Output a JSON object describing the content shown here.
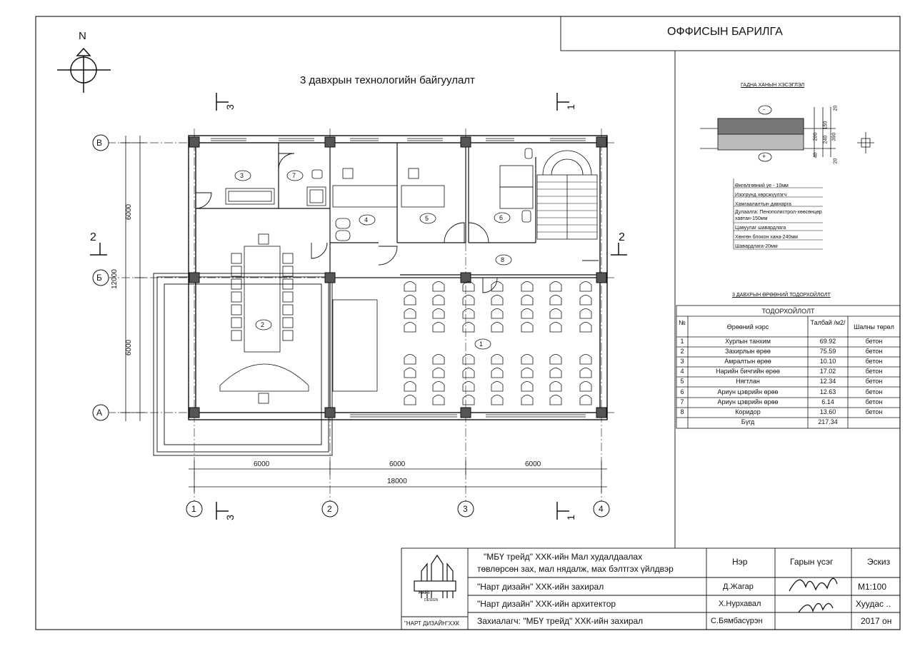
{
  "project_title": "ОФФИСЫН БАРИЛГА",
  "plan_title": "3 давхрын технологийн байгуулалт",
  "north_label": "N",
  "axes": {
    "letters": [
      "В",
      "Б",
      "А"
    ],
    "numbers": [
      "1",
      "2",
      "3",
      "4"
    ],
    "section_marks": [
      "3",
      "1",
      "2"
    ]
  },
  "dimensions": {
    "horizontal": [
      "6000",
      "6000",
      "6000"
    ],
    "total_horizontal": "18000",
    "vertical": [
      "6000",
      "6000"
    ],
    "total_vertical": "12000"
  },
  "room_tags": [
    "1",
    "2",
    "3",
    "4",
    "5",
    "6",
    "7",
    "8"
  ],
  "wall_detail": {
    "title": "ГАДНА ХАНЫН ХЭСЭГЛЭЛ",
    "marks": [
      "-",
      "+"
    ],
    "dims": [
      "20",
      "150",
      "200",
      "240",
      "390",
      "40",
      "20"
    ],
    "layers": [
      "Өнгөлгөөний үе - 10мм",
      "Изогрунд хөрсжүүлэгч",
      "Хамгаалалтын давхарга",
      "Дулаалга: Пенополистрол-хөөсөнцөр хавтан-150мм",
      "Цавуулаг шавардлага",
      "Хөнгөн блокон хана-240мм",
      "Шавардлага-20мм"
    ]
  },
  "explication": {
    "section_title": "3 ДАВХРЫН ӨРӨӨНИЙ ТОДОРХОЙЛОЛТ",
    "table_title": "ТОДОРХОЙЛОЛТ",
    "headers": [
      "№",
      "Өрөөний нэрс",
      "Талбай /м2/",
      "Шалны төрөл"
    ],
    "rows": [
      [
        "1",
        "Хурлын танхим",
        "69.92",
        "бетон"
      ],
      [
        "2",
        "Захирлын өрөө",
        "75.59",
        "бетон"
      ],
      [
        "3",
        "Амралтын өрөө",
        "10.10",
        "бетон"
      ],
      [
        "4",
        "Нарийн бичгийн өрөө",
        "17.02",
        "бетон"
      ],
      [
        "5",
        "Нягтлан",
        "12.34",
        "бетон"
      ],
      [
        "6",
        "Ариун цэврийн өрөө",
        "12.63",
        "бетон"
      ],
      [
        "7",
        "Ариун цэврийн өрөө",
        "6.14",
        "бетон"
      ],
      [
        "8",
        "Коридор",
        "13.60",
        "бетон"
      ]
    ],
    "total": [
      "",
      "Бүгд",
      "217.34",
      ""
    ]
  },
  "title_block": {
    "logo_text": "НАРТ",
    "logo_sub": "DESIGN",
    "company": "\"НАРТ ДИЗАЙН\"ХХК",
    "project_line1": "\"МБҮ трейд\" ХХК-ийн Мал худалдаалах",
    "project_line2": "төвлөрсөн зах, мал нядалж, мах бэлтгэх үйлдвэр",
    "col_name": "Нэр",
    "col_sign": "Гарын үсэг",
    "col_sketch": "Эскиз",
    "roles": [
      "\"Нарт дизайн\" ХХК-ийн захирал",
      "\"Нарт дизайн\" ХХК-ийн архитектор",
      "Захиалагч: \"МБҮ трейд\" ХХК-ийн захирал"
    ],
    "names": [
      "Д.Жагар",
      "Х.Нурхавал",
      "С.Бямбасүрэн"
    ],
    "scale": "М1:100",
    "sheet": "Хуудас ..",
    "year": "2017 он"
  }
}
